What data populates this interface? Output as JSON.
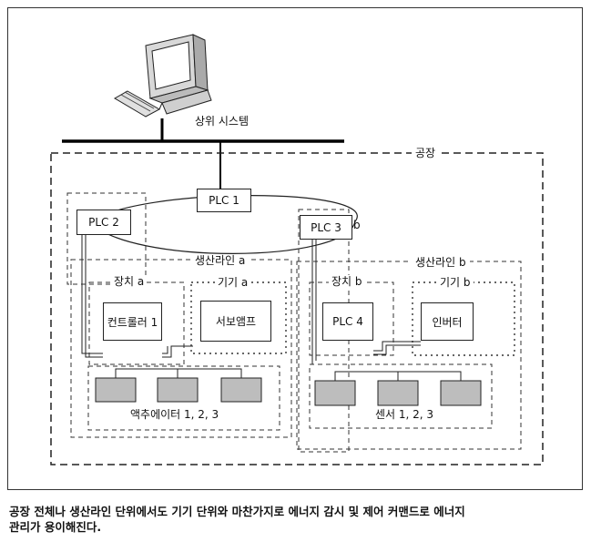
{
  "diagram": {
    "upper_system": "상위 시스템",
    "factory": "공장",
    "plc1": "PLC 1",
    "plc2": "PLC 2",
    "plc3": "PLC 3",
    "plc4": "PLC 4",
    "line_a": "생산라인 a",
    "line_b": "생산라인 b",
    "device_a": "장치 a",
    "device_b": "장치 b",
    "equip_a": "기기 a",
    "equip_b": "기기 b",
    "controller": "컨트롤러 1",
    "servo_amp": "서보앰프",
    "inverter": "인버터",
    "actuators": "액추에이터 1, 2, 3",
    "sensors": "센서 1, 2, 3"
  },
  "caption": {
    "line1": "공장 전체나 생산라인 단위에서도 기기 단위와 마찬가지로 에너지 감시 및 제어 커맨드로 에너지",
    "line2": "관리가 용이해진다."
  }
}
